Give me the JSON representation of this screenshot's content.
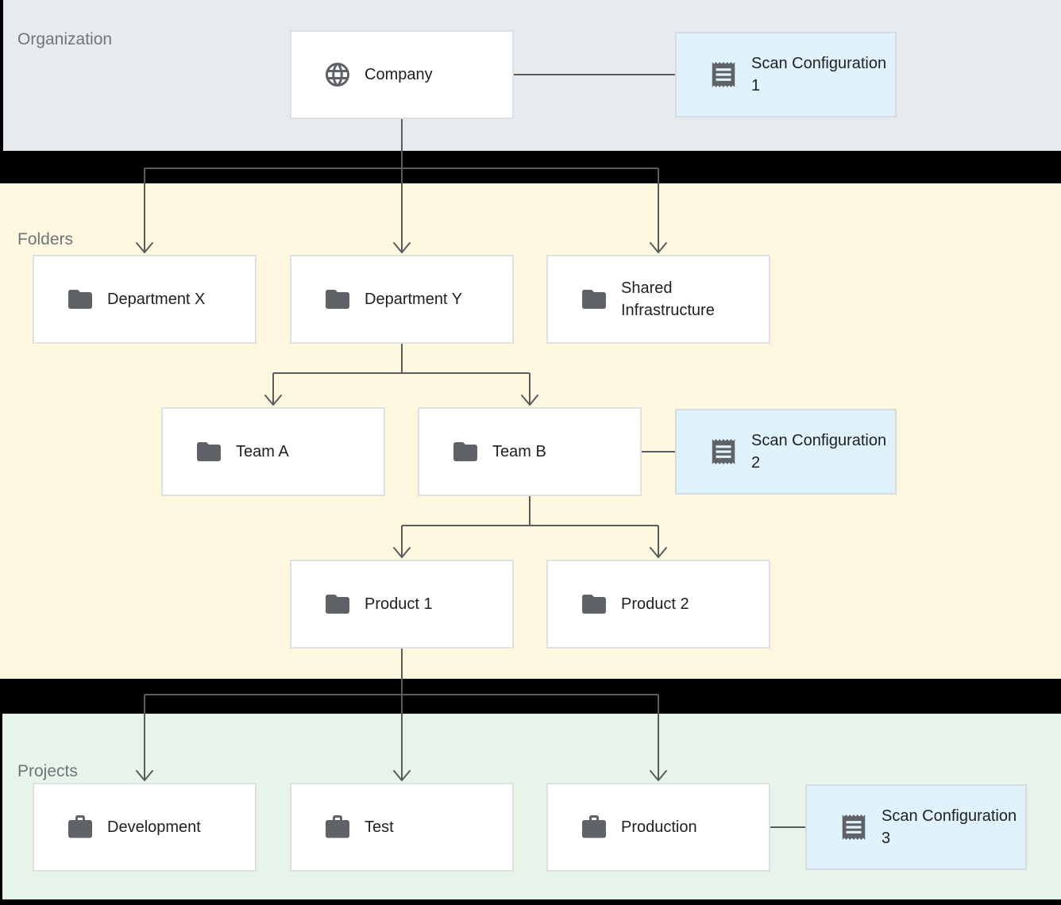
{
  "bands": {
    "organization": {
      "label": "Organization"
    },
    "folders": {
      "label": "Folders"
    },
    "projects": {
      "label": "Projects"
    }
  },
  "nodes": {
    "company": {
      "label": "Company",
      "icon": "globe-icon"
    },
    "scan_config_1": {
      "label": "Scan Configuration 1",
      "icon": "receipt-icon"
    },
    "department_x": {
      "label": "Department X",
      "icon": "folder-icon"
    },
    "department_y": {
      "label": "Department Y",
      "icon": "folder-icon"
    },
    "shared_infrastructure": {
      "label": "Shared Infrastructure",
      "icon": "folder-icon"
    },
    "team_a": {
      "label": "Team A",
      "icon": "folder-icon"
    },
    "team_b": {
      "label": "Team B",
      "icon": "folder-icon"
    },
    "scan_config_2": {
      "label": "Scan Configuration 2",
      "icon": "receipt-icon"
    },
    "product_1": {
      "label": "Product 1",
      "icon": "folder-icon"
    },
    "product_2": {
      "label": "Product 2",
      "icon": "folder-icon"
    },
    "development": {
      "label": "Development",
      "icon": "briefcase-icon"
    },
    "test": {
      "label": "Test",
      "icon": "briefcase-icon"
    },
    "production": {
      "label": "Production",
      "icon": "briefcase-icon"
    },
    "scan_config_3": {
      "label": "Scan Configuration 3",
      "icon": "receipt-icon"
    }
  },
  "edges": [
    {
      "from": "company",
      "to": "scan_config_1",
      "arrow": false
    },
    {
      "from": "company",
      "to": "department_x",
      "arrow": true
    },
    {
      "from": "company",
      "to": "department_y",
      "arrow": true
    },
    {
      "from": "company",
      "to": "shared_infrastructure",
      "arrow": true
    },
    {
      "from": "department_y",
      "to": "team_a",
      "arrow": true
    },
    {
      "from": "department_y",
      "to": "team_b",
      "arrow": true
    },
    {
      "from": "team_b",
      "to": "scan_config_2",
      "arrow": false
    },
    {
      "from": "team_b",
      "to": "product_1",
      "arrow": true
    },
    {
      "from": "team_b",
      "to": "product_2",
      "arrow": true
    },
    {
      "from": "product_1",
      "to": "development",
      "arrow": true
    },
    {
      "from": "product_1",
      "to": "test",
      "arrow": true
    },
    {
      "from": "product_1",
      "to": "production",
      "arrow": true
    },
    {
      "from": "production",
      "to": "scan_config_3",
      "arrow": false
    }
  ],
  "colors": {
    "background": "#000000",
    "organization_band": "#e8ebee",
    "folders_band": "#fef7e0",
    "projects_band": "#e6f4ea",
    "node_background": "#ffffff",
    "node_border": "#dfe0e2",
    "scan_node_background": "#e0f2fb",
    "scan_node_border": "#d5dbe0",
    "connector": "#5a5c5e",
    "icon": "#5f6368",
    "node_text": "#202124",
    "band_label_text": "#71757a"
  }
}
